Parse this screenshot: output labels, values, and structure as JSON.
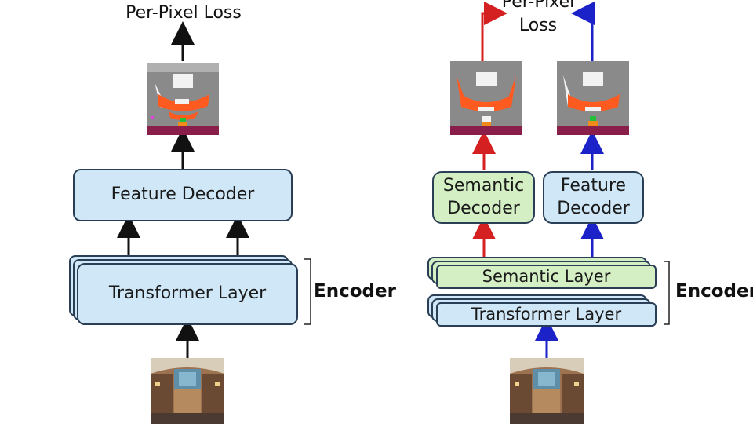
{
  "left": {
    "output_label": "Per-Pixel Loss",
    "decoder_label": "Feature Decoder",
    "encoder_layer_label": "Transformer Layer",
    "encoder_label": "Encoder"
  },
  "right": {
    "output_label": "Per-Pixel\nLoss",
    "semantic_decoder_label": "Semantic\nDecoder",
    "feature_decoder_label": "Feature\nDecoder",
    "semantic_layer_label": "Semantic Layer",
    "transformer_layer_label": "Transformer Layer",
    "encoder_label": "Encoder"
  },
  "colors": {
    "box_blue": "#cfe7f7",
    "box_green": "#d4efc4",
    "arrow_black": "#111111",
    "arrow_red": "#d42020",
    "arrow_blue": "#1a22c8"
  }
}
